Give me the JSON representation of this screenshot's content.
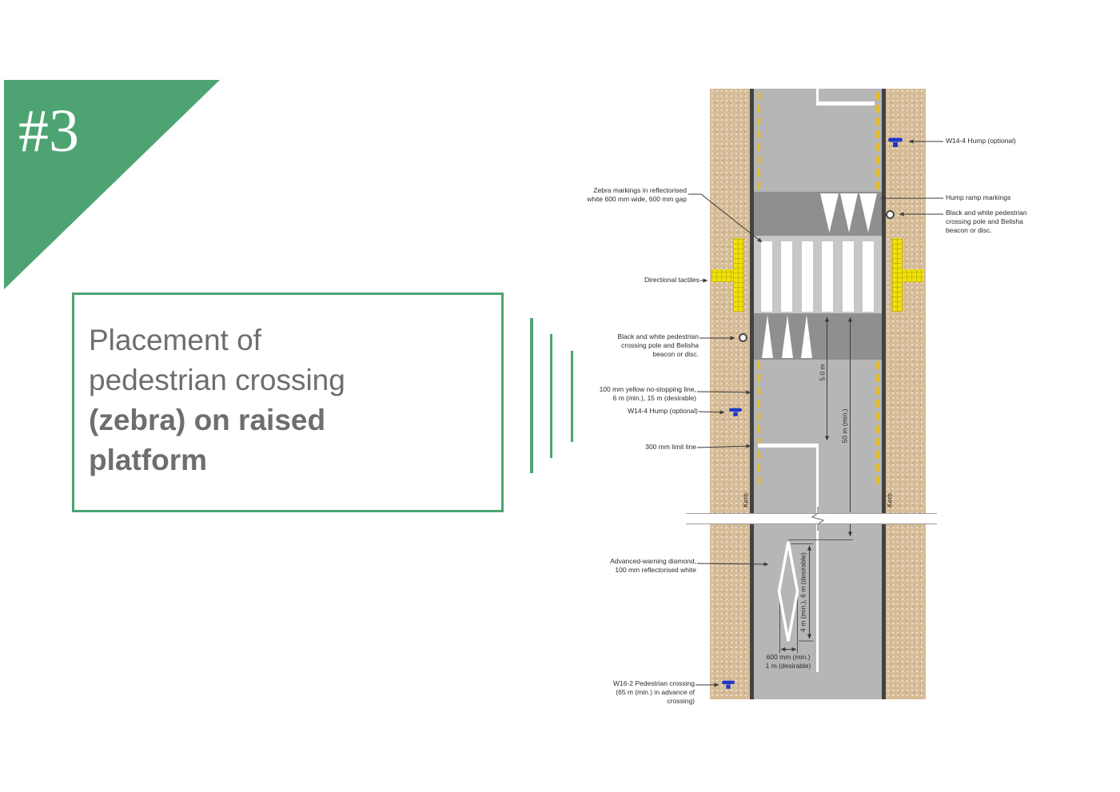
{
  "theme": {
    "accent": "#4DA472",
    "title-text": "#6E6E6E",
    "footpath": "#D6BC97",
    "road": "#B6B6B7",
    "ramp": "#8F8F8F",
    "platform": "#C7C7C7",
    "kerb-line": "#424242",
    "no-stopping-yellow": "#E3BC2E",
    "tactile-yellow": "#F0E10A",
    "sign-blue": "#2038C8",
    "label-text": "#2B2B2B"
  },
  "slide": {
    "badge": "#3",
    "title_regular": "Placement of\npedestrian crossing",
    "title_bold": "(zebra) on raised\nplatform"
  },
  "diagram": {
    "left_labels": [
      {
        "id": "zebra-markings",
        "text": "Zebra markings in reflectorised\nwhite 600 mm wide, 600 mm gap"
      },
      {
        "id": "directional-tactiles",
        "text": "Directional tactiles"
      },
      {
        "id": "crossing-pole-left",
        "text": "Black and white pedestrian\ncrossing pole and Belisha\nbeacon or disc."
      },
      {
        "id": "no-stopping-line",
        "text": "100 mm yellow no-stopping line,\n6 m (min.), 15 m (desirable)"
      },
      {
        "id": "w14-4-hump-left",
        "text": "W14-4 Hump (optional)"
      },
      {
        "id": "limit-line",
        "text": "300 mm limit line"
      },
      {
        "id": "advance-warning-diamond",
        "text": "Advanced-warning diamond,\n100 mm reflectorised white"
      },
      {
        "id": "w16-2-sign",
        "text": "W16-2 Pedestrian crossing\n(65 m (min.) in advance of\ncrossing)"
      }
    ],
    "right_labels": [
      {
        "id": "w14-4-hump-right",
        "text": "W14-4 Hump (optional)"
      },
      {
        "id": "hump-ramp-markings",
        "text": "Hump ramp markings"
      },
      {
        "id": "crossing-pole-right",
        "text": "Black and white pedestrian\ncrossing pole and Belisha\nbeacon or disc."
      }
    ],
    "dimensions": {
      "platform_to_limit": "5.0 m",
      "crossing_to_diamond": "50 m (min.)",
      "diamond_length": "4 m (min.), 6 m (desirable)",
      "diamond_width": "600 mm (min.)\n1 m (desirable)",
      "kerb": "Kerb"
    }
  }
}
